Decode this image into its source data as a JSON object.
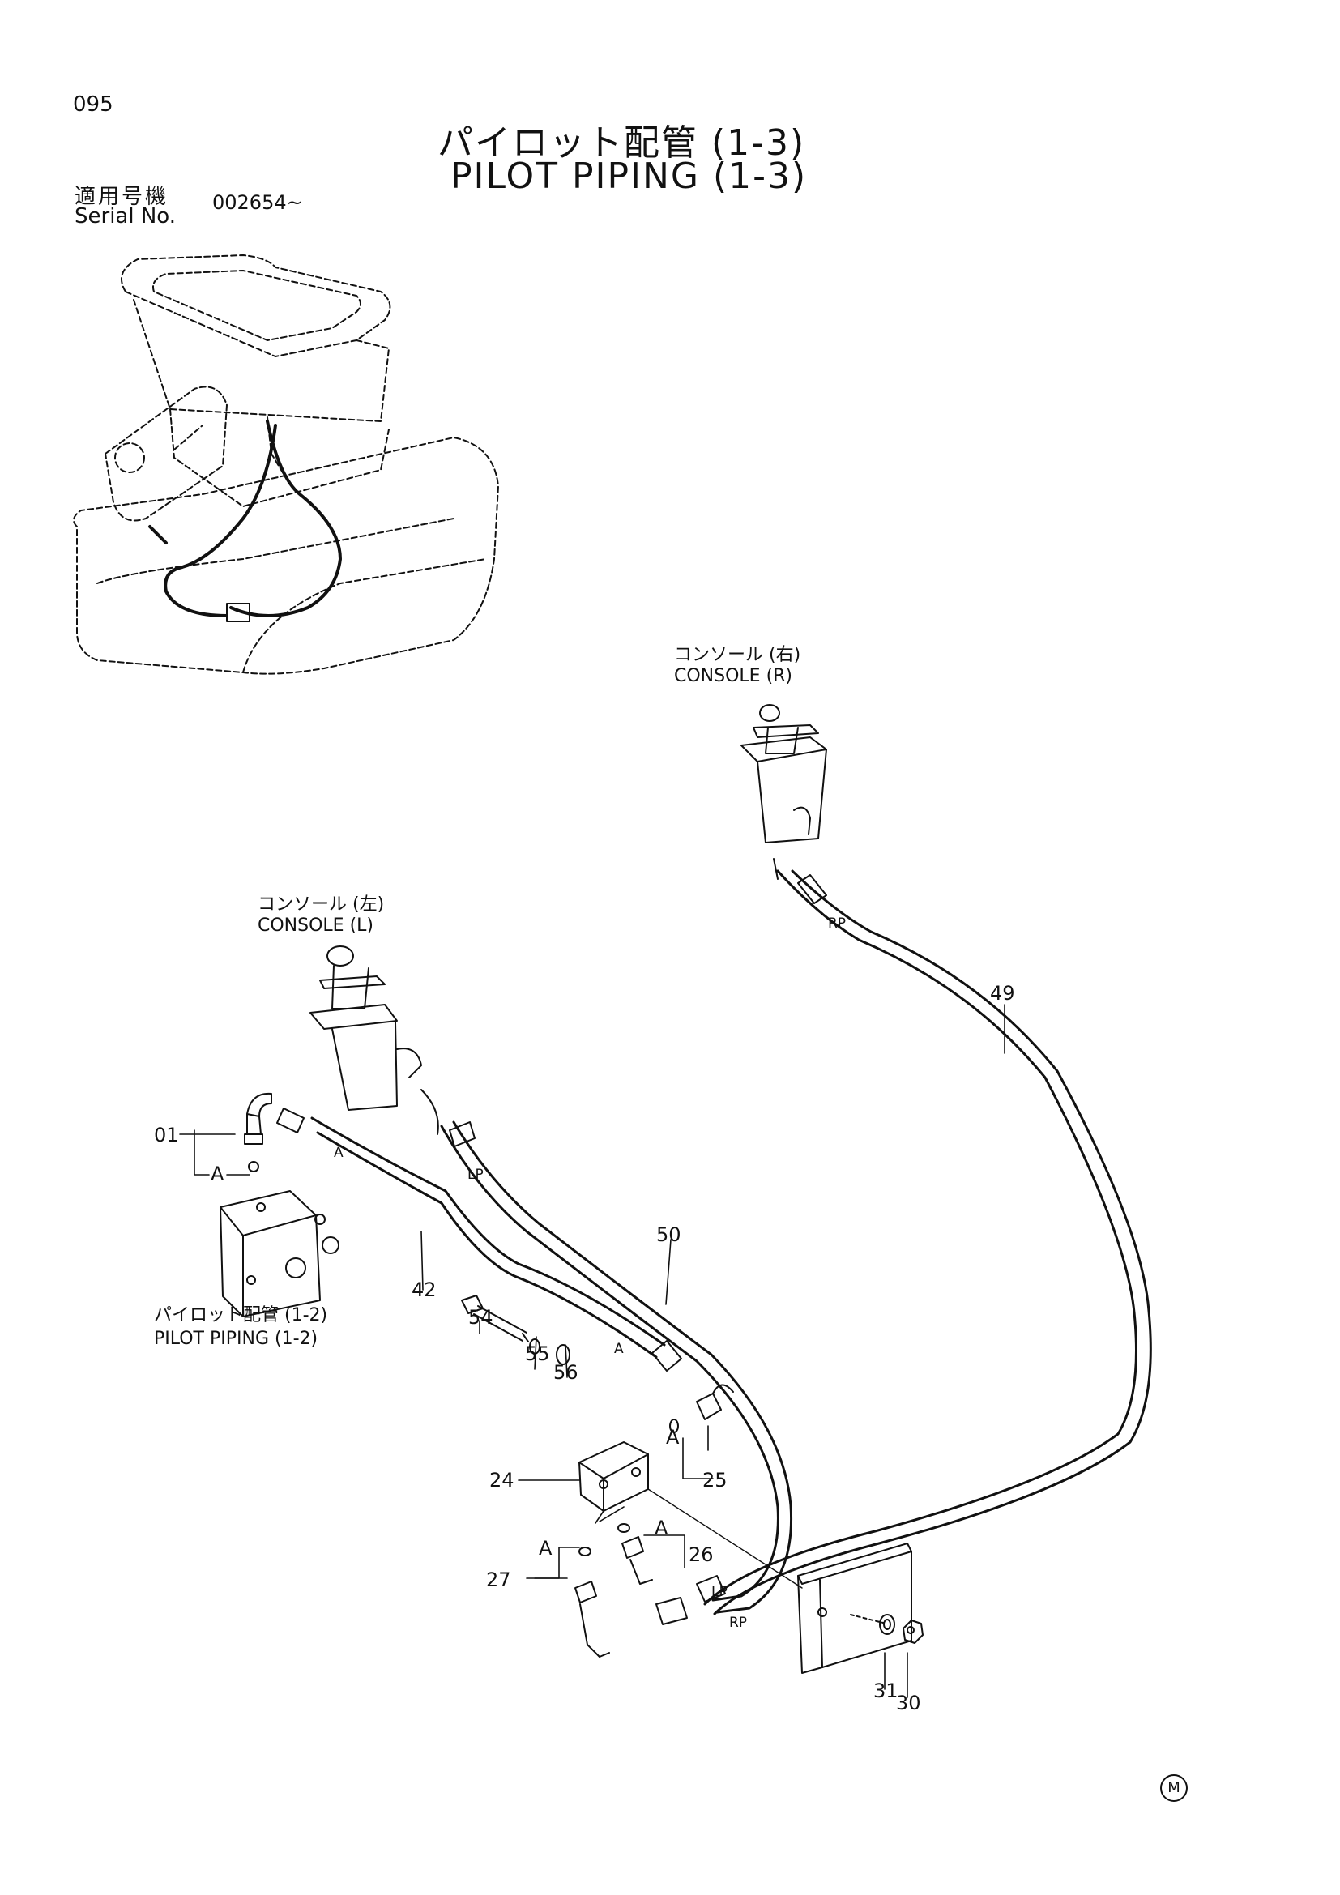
{
  "page_number": "095",
  "title": {
    "jp": "パイロット配管 (1-3)",
    "en": "PILOT PIPING (1-3)"
  },
  "serial": {
    "label_jp": "適用号機",
    "label_en": "Serial No.",
    "value": "002654~"
  },
  "labels": {
    "console_r_jp": "コンソール (右)",
    "console_r_en": "CONSOLE (R)",
    "console_l_jp": "コンソール (左)",
    "console_l_en": "CONSOLE (L)",
    "pilot_ref_jp": "パイロット配管 (1-2)",
    "pilot_ref_en": "PILOT PIPING (1-2)"
  },
  "callouts": {
    "p01": "01",
    "p42": "42",
    "p49": "49",
    "p50": "50",
    "p54": "54",
    "p55": "55",
    "p56": "56",
    "p24": "24",
    "p25": "25",
    "p26": "26",
    "p27": "27",
    "p30": "30",
    "p31": "31"
  },
  "markers": {
    "A": "A",
    "LP": "LP",
    "RP": "RP"
  },
  "footer_mark": "M"
}
